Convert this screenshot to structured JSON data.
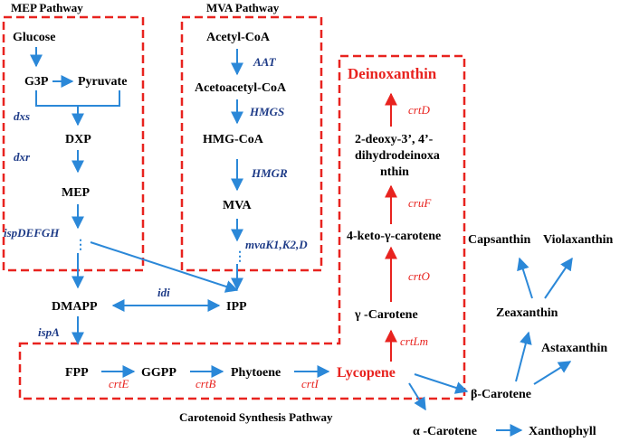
{
  "titles": {
    "mep": "MEP Pathway",
    "mva": "MVA Pathway",
    "carotenoid": "Carotenoid Synthesis Pathway"
  },
  "mep": {
    "glucose": "Glucose",
    "g3p": "G3P",
    "pyruvate": "Pyruvate",
    "dxs": "dxs",
    "dxp": "DXP",
    "dxr": "dxr",
    "mep": "MEP",
    "ispdefgh": "ispDEFGH",
    "dots": "⋮"
  },
  "mva": {
    "acetyl_coa": "Acetyl-CoA",
    "aat": "AAT",
    "acetoacetyl_coa": "Acetoacetyl-CoA",
    "hmgs": "HMGS",
    "hmg_coa": "HMG-CoA",
    "hmgr": "HMGR",
    "mva": "MVA",
    "mvak": "mvaK1,K2,D",
    "dots": "⋮"
  },
  "middle": {
    "dmapp": "DMAPP",
    "idi": "idi",
    "ipp": "IPP",
    "ispa": "ispA"
  },
  "carotenoid": {
    "fpp": "FPP",
    "crte": "crtE",
    "ggpp": "GGPP",
    "crtb": "crtB",
    "phytoene": "Phytoene",
    "crti": "crtI",
    "lycopene": "Lycopene"
  },
  "deinoxanthin": {
    "crtlm": "crtLm",
    "gamma_carotene": "γ -Carotene",
    "crto": "crtO",
    "keto_line": "4-keto-γ-carotene",
    "cruf": "cruF",
    "dideoxy_line1": "2-deoxy-3’, 4’-",
    "dideoxy_line2": "dihydrodeinoxa",
    "dideoxy_line3": "nthin",
    "crtd": "crtD",
    "deinoxanthin": "Deinoxanthin"
  },
  "branch": {
    "beta_carotene": "β-Carotene",
    "alpha_carotene": "α -Carotene",
    "xanthophyll": "Xanthophyll",
    "zeaxanthin": "Zeaxanthin",
    "astaxanthin": "Astaxanthin",
    "capsanthin": "Capsanthin",
    "violaxanthin": "Violaxanthin"
  },
  "colors": {
    "box_dash": "#e8231f",
    "arrow_blue": "#2b88d8",
    "arrow_red": "#e8231f",
    "enzyme_blue": "#1f3c88"
  }
}
